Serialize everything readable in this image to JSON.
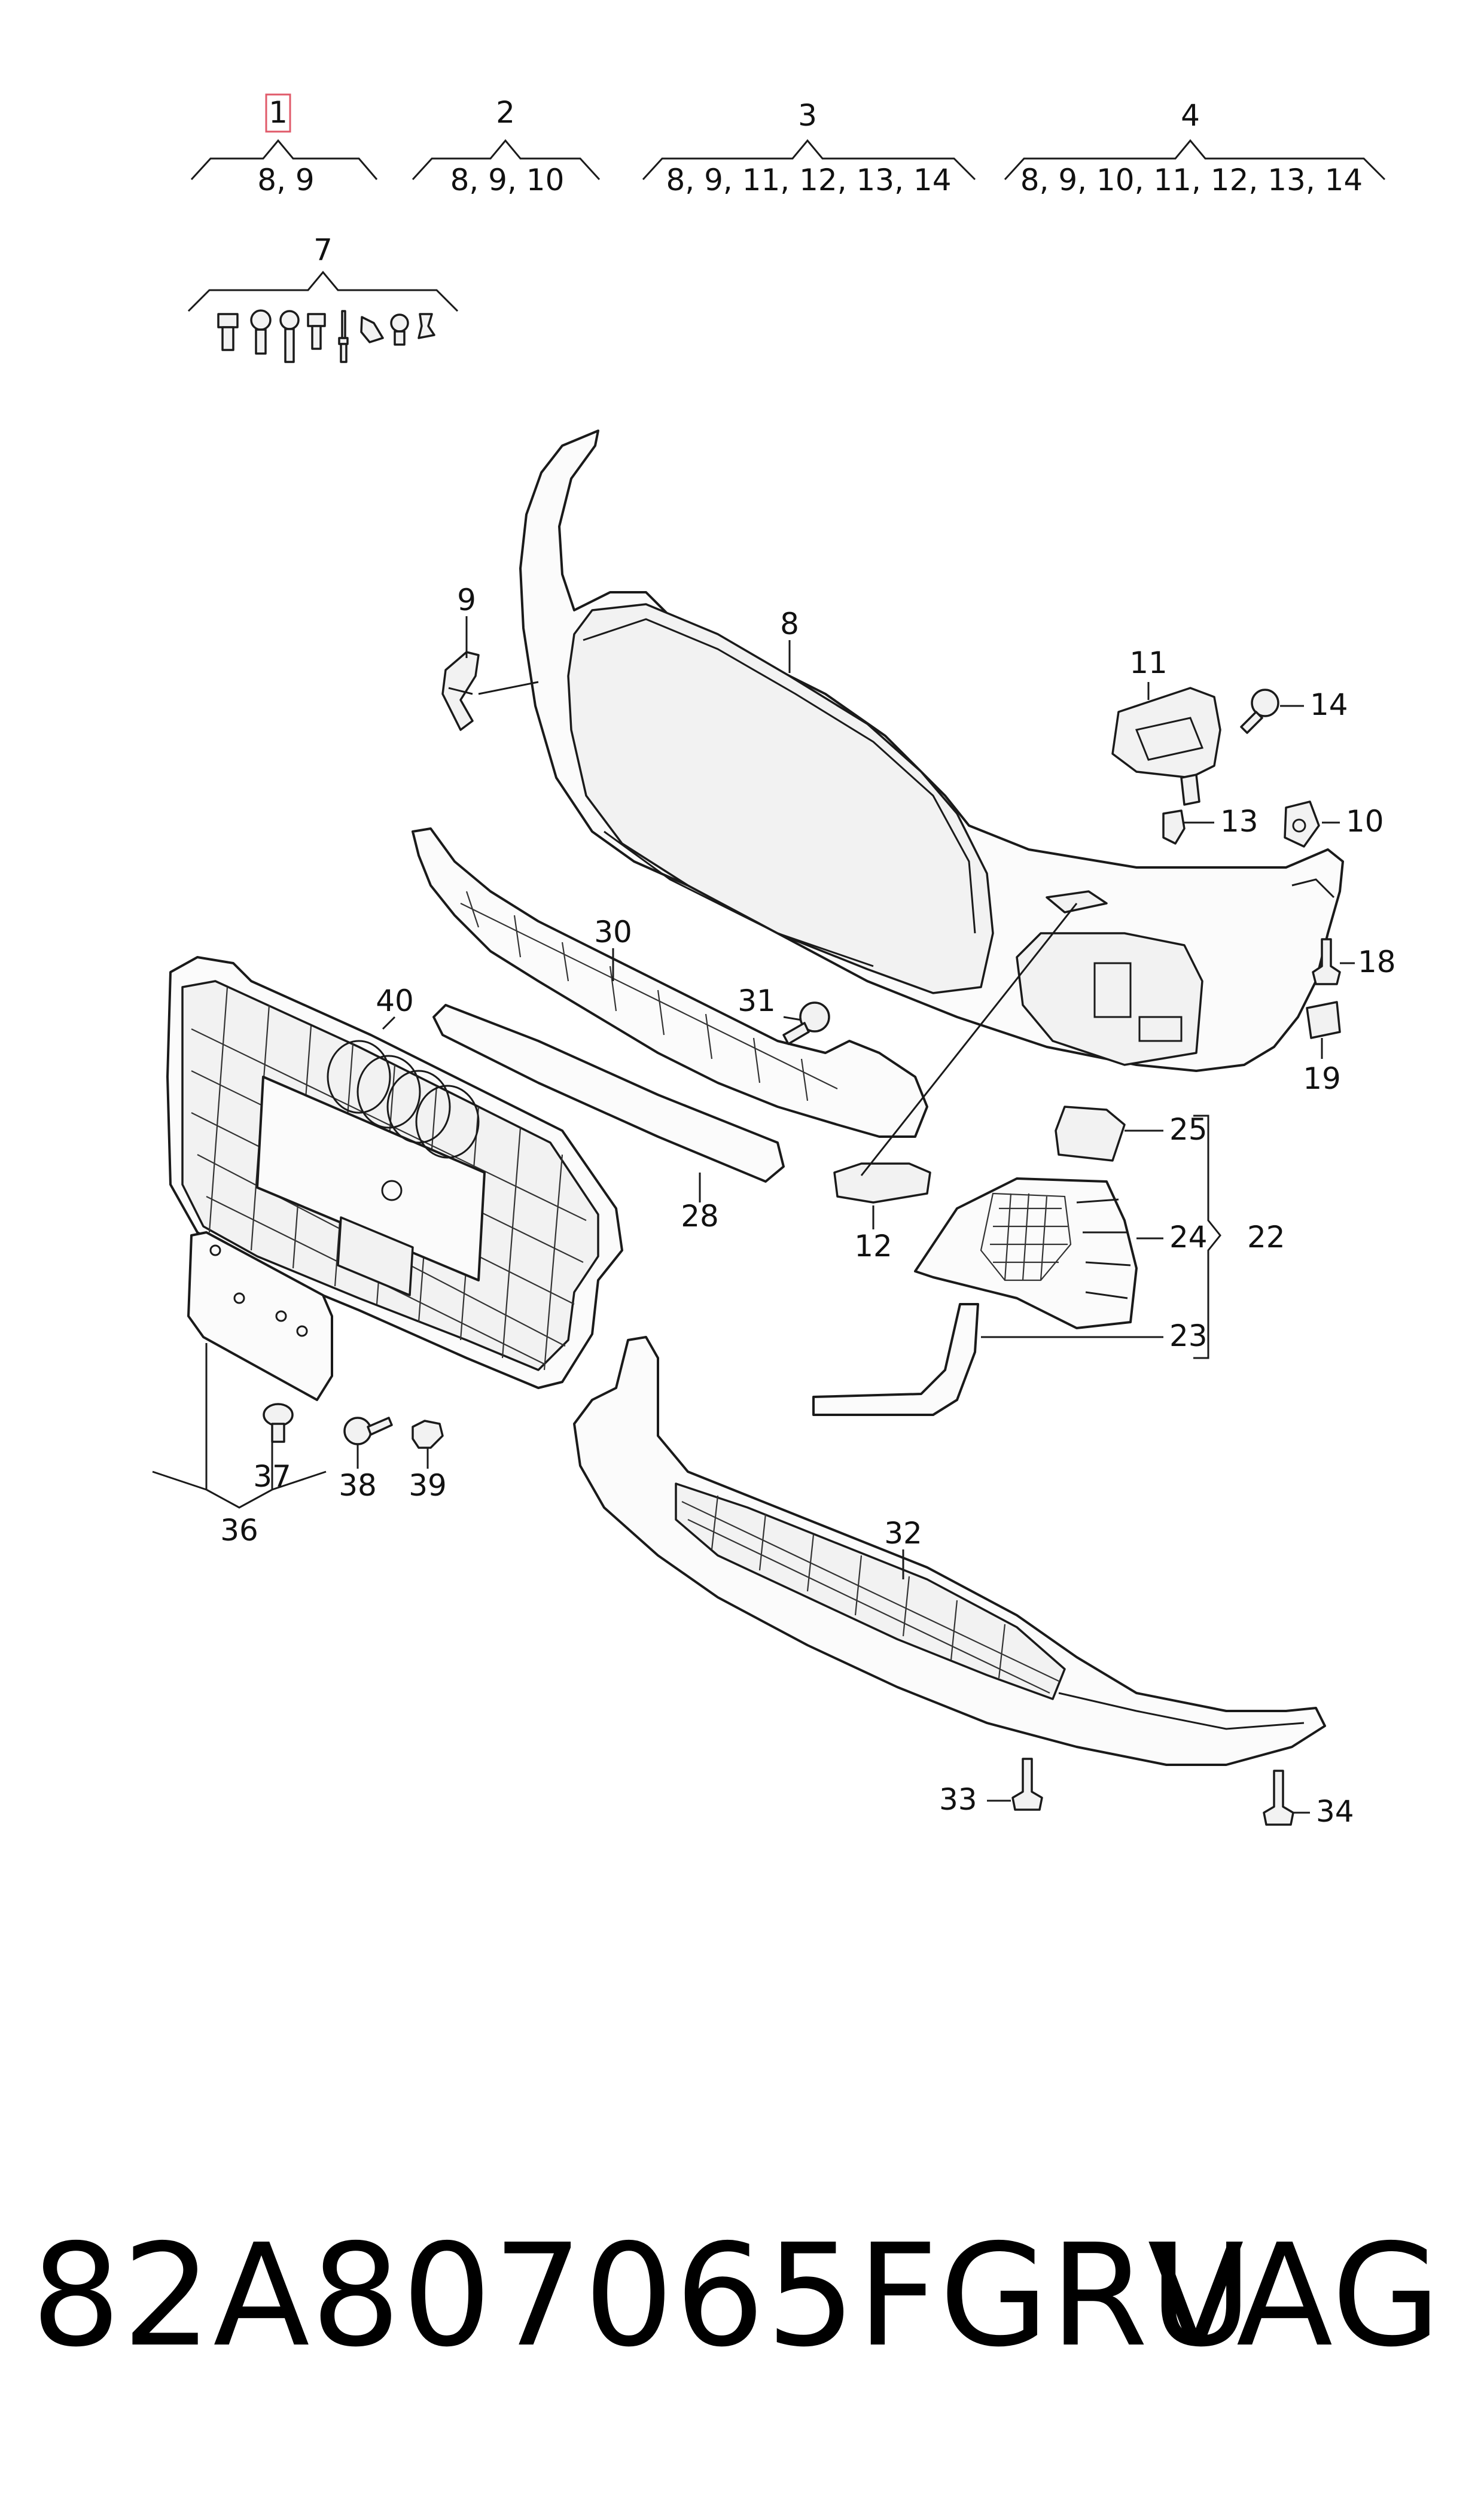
{
  "groups": [
    {
      "number": "1",
      "parts": "8, 9",
      "highlighted": true
    },
    {
      "number": "2",
      "parts": "8, 9, 10"
    },
    {
      "number": "3",
      "parts": "8, 9, 11, 12, 13, 14"
    },
    {
      "number": "4",
      "parts": "8, 9, 10, 11, 12, 13, 14"
    },
    {
      "number": "7",
      "parts": ""
    }
  ],
  "callouts": {
    "c8": "8",
    "c9": "9",
    "c10": "10",
    "c11": "11",
    "c12": "12",
    "c13": "13",
    "c14": "14",
    "c18": "18",
    "c19": "19",
    "c22": "22",
    "c23": "23",
    "c24": "24",
    "c25": "25",
    "c28": "28",
    "c30": "30",
    "c31": "31",
    "c32": "32",
    "c33": "33",
    "c34": "34",
    "c36": "36",
    "c37": "37",
    "c38": "38",
    "c39": "39",
    "c40": "40"
  },
  "footer": {
    "part_number": "82A807065FGRU",
    "brand": "VAG"
  },
  "colors": {
    "highlight_box": "#e05a6a",
    "line": "#1a1a1a",
    "background": "#ffffff"
  }
}
